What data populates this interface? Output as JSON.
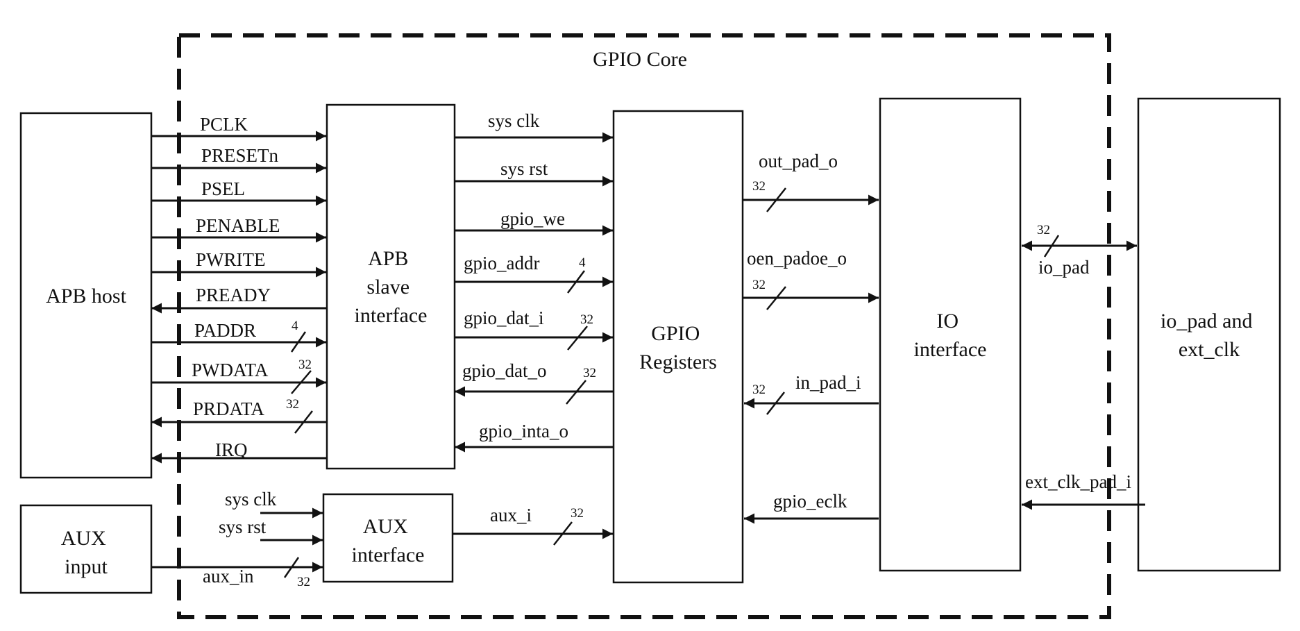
{
  "core_title": "GPIO Core",
  "blocks": {
    "apb_host": [
      "APB host"
    ],
    "aux_input": [
      "AUX",
      "input"
    ],
    "apb_slave": [
      "APB",
      "slave",
      "interface"
    ],
    "aux_interface": [
      "AUX",
      "interface"
    ],
    "gpio_registers": [
      "GPIO",
      "Registers"
    ],
    "io_interface": [
      "IO",
      "interface"
    ],
    "io_pad_ext": [
      "io_pad and",
      "ext_clk"
    ]
  },
  "signals": {
    "pclk": "PCLK",
    "presetn": "PRESETn",
    "psel": "PSEL",
    "penable": "PENABLE",
    "pwrite": "PWRITE",
    "pready": "PREADY",
    "paddr": "PADDR",
    "pwdata": "PWDATA",
    "prdata": "PRDATA",
    "irq": "IRQ",
    "sys_clk": "sys clk",
    "sys_rst": "sys rst",
    "gpio_we": "gpio_we",
    "gpio_addr": "gpio_addr",
    "gpio_dat_i": "gpio_dat_i",
    "gpio_dat_o": "gpio_dat_o",
    "gpio_inta_o": "gpio_inta_o",
    "aux_i": "aux_i",
    "aux_sys_clk": "sys clk",
    "aux_sys_rst": "sys rst",
    "aux_in": "aux_in",
    "out_pad_o": "out_pad_o",
    "oen_padoe_o": "oen_padoe_o",
    "in_pad_i": "in_pad_i",
    "gpio_eclk": "gpio_eclk",
    "io_pad": "io_pad",
    "ext_clk_pad_i": "ext_clk_pad_i"
  },
  "bus_widths": {
    "paddr": "4",
    "pwdata": "32",
    "prdata": "32",
    "gpio_addr": "4",
    "gpio_dat_i": "32",
    "gpio_dat_o": "32",
    "aux_i": "32",
    "aux_in": "32",
    "out_pad_o": "32",
    "oen_padoe_o": "32",
    "in_pad_i": "32",
    "io_pad": "32"
  }
}
